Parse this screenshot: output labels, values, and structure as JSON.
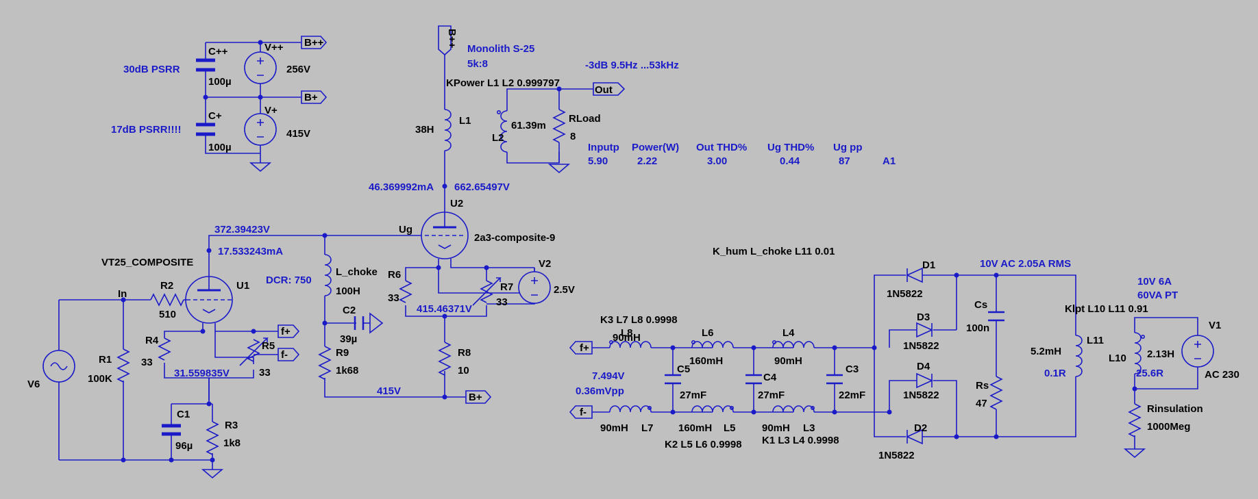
{
  "labels": {
    "c_pp": "C++",
    "c_pp_val": "100µ",
    "v_pp": "V++",
    "v_pp_val": "256V",
    "net_bpp": "B++",
    "psrr30": "30dB PSRR",
    "psrr17": "17dB PSRR!!!!",
    "c_p": "C+",
    "c_p_val": "100µ",
    "v_p": "V+",
    "v_p_val": "415V",
    "net_bp": "B+",
    "bpp_top": "B++",
    "transformer_name": "Monolith S-25",
    "transformer_ratio": "5k:8",
    "kpower": "KPower L1 L2 0.999797",
    "bw": "-3dB  9.5Hz ...53kHz",
    "net_out": "Out",
    "l1": "L1",
    "l1_val": "38H",
    "l2": "L2",
    "l2_val": "61.39m",
    "rload": "RLoad",
    "rload_val": "8",
    "h_inputp": "Inputp",
    "h_power": "Power(W)",
    "h_outthd": "Out THD%",
    "h_ugthd": "Ug THD%",
    "h_ugpp": "Ug pp",
    "h_a1": "A1",
    "v_inputp": "5.90",
    "v_power": "2.22",
    "v_outthd": "3.00",
    "v_ugthd": "0.44",
    "v_ugpp": "87",
    "u2_current": "46.369992mA",
    "u2_voltage": "662.65497V",
    "u2": "U2",
    "u2_model": "2a3-composite-9",
    "ug": "Ug",
    "v_372": "372.39423V",
    "i_17": "17.533243mA",
    "vt25": "VT25_COMPOSITE",
    "u1": "U1",
    "r2": "R2",
    "r2_val": "510",
    "in": "In",
    "lchoke": "L_choke",
    "lchoke_val": "100H",
    "dcr": "DCR: 750",
    "c2": "C2",
    "c2_val": "39µ",
    "r6": "R6",
    "r6_val": "33",
    "r7": "R7",
    "r7_val": "33",
    "v_415_46": "415.46371V",
    "v2": "V2",
    "v2_val": "2.5V",
    "r4": "R4",
    "r4_val": "33",
    "r5": "R5",
    "r5_val": "33",
    "v_31": "31.559835V",
    "fplus": "f+",
    "fminus": "f-",
    "r1": "R1",
    "r1_val": "100K",
    "v6": "V6",
    "c1": "C1",
    "c1_val": "96µ",
    "r3": "R3",
    "r3_val": "1k8",
    "r9": "R9",
    "r9_val": "1k68",
    "r8": "R8",
    "r8_val": "10",
    "v_415": "415V",
    "net_bp2": "B+",
    "khum": "K_hum L_choke L11 0.01",
    "k3": "K3 L7 L8 0.9998",
    "l8": "L8",
    "l8_val": "90mH",
    "l6": "L6",
    "l6_val": "160mH",
    "l4": "L4",
    "l4_val": "90mH",
    "fplus_in": "f+",
    "fminus_in": "f-",
    "v_7494": "7.494V",
    "v_036": "0.36mVpp",
    "c5": "C5",
    "c5_val": "27mF",
    "c4": "C4",
    "c4_val": "27mF",
    "c3": "C3",
    "c3_val": "22mF",
    "l7_val": "90mH",
    "l7": "L7",
    "l5_val": "160mH",
    "l5": "L5",
    "l3_val": "90mH",
    "l3": "L3",
    "k2": "K2 L5 L6 0.9998",
    "k1": "K1 L3 L4 0.9998",
    "d1": "D1",
    "d1_model": "1N5822",
    "d3": "D3",
    "d3_model": "1N5822",
    "d4": "D4",
    "d4_model": "1N5822",
    "d2": "D2",
    "d2_model": "1N5822",
    "ac10": "10V AC  2.05A RMS",
    "cs": "Cs",
    "cs_val": "100n",
    "rs": "Rs",
    "rs_val": "47",
    "klpt": "Klpt L10 L11 0.91",
    "l11": "L11",
    "l11_val": "5.2mH",
    "l11_r": "0.1R",
    "pt1": "10V 6A",
    "pt2": "60VA PT",
    "l10": "L10",
    "l10_val": "2.13H",
    "l10_r": "25.6R",
    "v1": "V1",
    "v1_val": "AC 230",
    "rins": "Rinsulation",
    "rins_val": "1000Meg"
  },
  "colors": {
    "background": "#c0c0c0",
    "wire": "#1a1ac8",
    "label": "#000000",
    "annotation": "#1a1ac8"
  }
}
